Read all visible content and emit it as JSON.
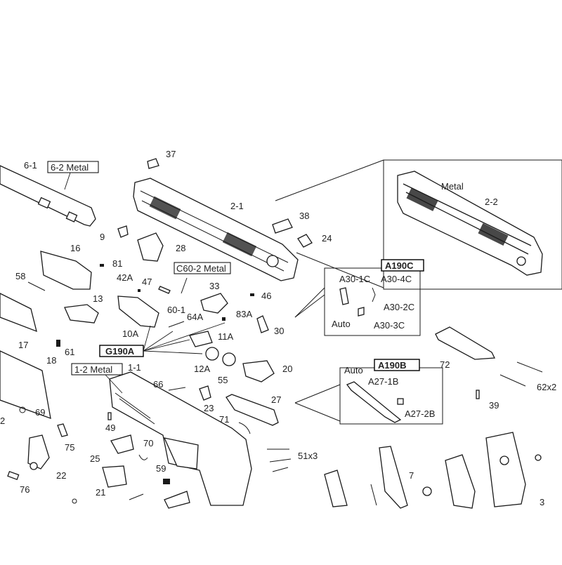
{
  "parts": {
    "p6_1": "6-1",
    "p6_2": "6-2 Metal",
    "p37": "37",
    "p2_1": "2-1",
    "p38": "38",
    "p24": "24",
    "p9": "9",
    "p28": "28",
    "p16": "16",
    "p81": "81",
    "p58": "58",
    "p42A": "42A",
    "p47": "47",
    "c60_2": "C60-2 Metal",
    "p33": "33",
    "p46": "46",
    "p13": "13",
    "p60_1": "60-1",
    "p64A": "64A",
    "p83A": "83A",
    "p10A": "10A",
    "p11A": "11A",
    "p30": "30",
    "p17": "17",
    "p61": "61",
    "g190a": "G190A",
    "p12A": "12A",
    "p55": "55",
    "p20": "20",
    "p18": "18",
    "p1_2": "1-2 Metal",
    "p1_1": "1-1",
    "p66": "66",
    "p23": "23",
    "p27": "27",
    "p71": "71",
    "p69": "69",
    "p49": "49",
    "p75": "75",
    "p70": "70",
    "p51": "51x3",
    "p25": "25",
    "p59": "59",
    "p22": "22",
    "p21": "21",
    "p76": "76",
    "p7": "7",
    "p72": "72",
    "p62": "62x2",
    "p39": "39",
    "p2a": "2",
    "p3": "3"
  },
  "inset_slide": {
    "metal": "Metal",
    "label": "2-2"
  },
  "inset_a190c": {
    "title": "A190C",
    "l1": "A30-1C",
    "l2": "A30-4C",
    "l3": "A30-2C",
    "l4": "A30-3C",
    "auto": "Auto"
  },
  "inset_a190b": {
    "title": "A190B",
    "auto": "Auto",
    "l1": "A27-1B",
    "l2": "A27-2B"
  }
}
